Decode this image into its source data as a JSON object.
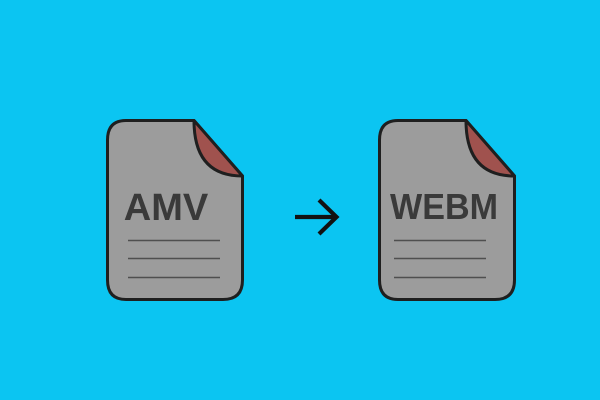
{
  "canvas": {
    "background_color": "#0bc5f2",
    "files": [
      {
        "label": "AMV"
      },
      {
        "label": "WEBM"
      }
    ],
    "arrow_icon": "right-arrow",
    "colors": {
      "file_body": "#9c9c9c",
      "fold": "#a0524e",
      "outline": "#1f1f1f",
      "label_text": "#3a3a3a",
      "rule_line": "#4f4f4f",
      "arrow": "#121212"
    }
  }
}
